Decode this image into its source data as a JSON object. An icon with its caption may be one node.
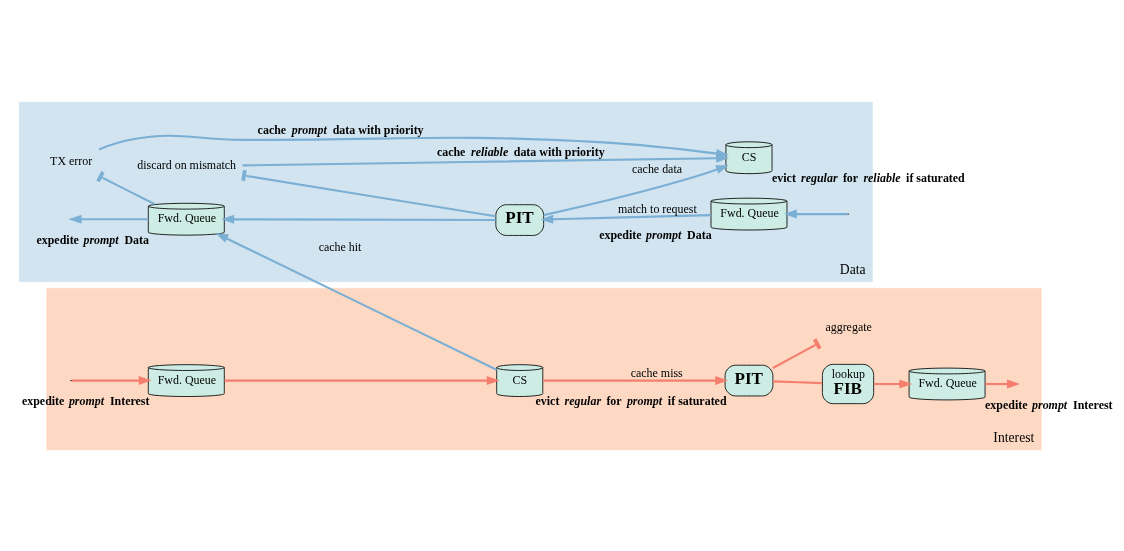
{
  "diagram": {
    "nodes": [
      {
        "text": [
          "Interest"
        ]
      },
      {
        "text": [
          "Fwd. Queue"
        ],
        "beside": [
          "expedite *prompt* Interest"
        ],
        "in": 0
      },
      {
        "text": [
          "CS"
        ],
        "in": 0
      },
      {
        "text": [
          "PIT"
        ],
        "beside": [
          "evict *regular* for *prompt* if saturated"
        ],
        "in": 0
      },
      {
        "text": [
          "lookup",
          "FIB"
        ],
        "in": 0
      },
      {
        "text": [
          "Fwd. Queue"
        ],
        "beside": [
          "expedite *prompt* Interest"
        ],
        "in": 0
      },
      {
        "text": [
          "aggregate"
        ],
        "in": 0
      },
      {
        "text": [
          "Data"
        ]
      },
      {
        "text": [
          "Fwd. Queue"
        ],
        "beside": [
          "expedite *prompt* Data"
        ],
        "in": 7
      },
      {
        "text": [
          "PIT"
        ],
        "in": 7
      },
      {
        "text": [
          "Fwd. Queue"
        ],
        "beside": [
          "expedite *prompt* Data"
        ],
        "in": 7
      },
      {
        "text": [
          "CS"
        ],
        "beside": [
          "evict *regular* for *reliable* if saturated"
        ],
        "in": 7
      },
      {
        "text": [
          "TX error"
        ],
        "in": 7
      },
      {
        "text": [
          "discard on mismatch"
        ],
        "in": 7
      }
    ],
    "edges": [
      {
        "from": null,
        "to": 1,
        "arrow": "to",
        "color": "#f47f6e"
      },
      {
        "from": 1,
        "to": 2,
        "arrow": "to",
        "color": "#f47f6e"
      },
      {
        "from": 2,
        "to": 3,
        "arrow": "to",
        "label": "cache miss",
        "color": "#f47f6e"
      },
      {
        "from": 3,
        "to": 4,
        "arrow": "none",
        "color": "#f47f6e"
      },
      {
        "from": 4,
        "to": 5,
        "arrow": "to",
        "color": "#f47f6e"
      },
      {
        "from": 5,
        "to": null,
        "arrow": "to",
        "color": "#f47f6e"
      },
      {
        "from": 3,
        "to": 6,
        "arrow": "other",
        "color": "#f47f6e"
      },
      {
        "from": 2,
        "to": 8,
        "arrow": "to",
        "label": "cache hit"
      },
      {
        "from": null,
        "to": 10,
        "arrow": "to"
      },
      {
        "from": 10,
        "to": 9,
        "arrow": "to",
        "label": "match to request"
      },
      {
        "from": 9,
        "to": 8,
        "arrow": "to"
      },
      {
        "from": 8,
        "to": null,
        "arrow": "to"
      },
      {
        "from": 8,
        "to": 12,
        "arrow": "other"
      },
      {
        "from": 9,
        "to": 13,
        "arrow": "other"
      },
      {
        "from": 9,
        "to": 11,
        "arrow": "to",
        "label": "cache data"
      },
      {
        "from": 12,
        "to": 11,
        "arrow": "to",
        "label": "cache *prompt* data with priority"
      },
      {
        "from": 13,
        "to": 11,
        "arrow": "to",
        "label": "cache *reliable* data with priority"
      }
    ]
  }
}
